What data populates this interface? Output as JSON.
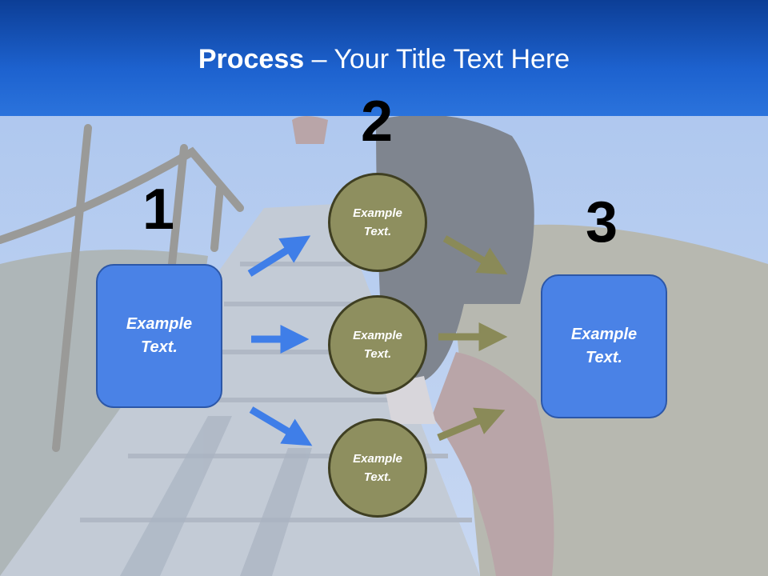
{
  "slide": {
    "title_bold": "Process",
    "title_rest": " – Your Title Text Here",
    "step_numbers": [
      "1",
      "2",
      "3"
    ],
    "left_box_text": "Example\nText.",
    "right_box_text": "Example\nText.",
    "circles": [
      {
        "text": "Example\nText."
      },
      {
        "text": "Example\nText."
      },
      {
        "text": "Example\nText."
      }
    ]
  },
  "colors": {
    "header": "#1d62cf",
    "box_fill": "#4a82e6",
    "circle_fill": "#8e8f5f",
    "blue_arrow": "#3f7ee8",
    "olive_arrow": "#8a8a58"
  },
  "background": "faded photo of a runner climbing stone stairs under blue sky"
}
